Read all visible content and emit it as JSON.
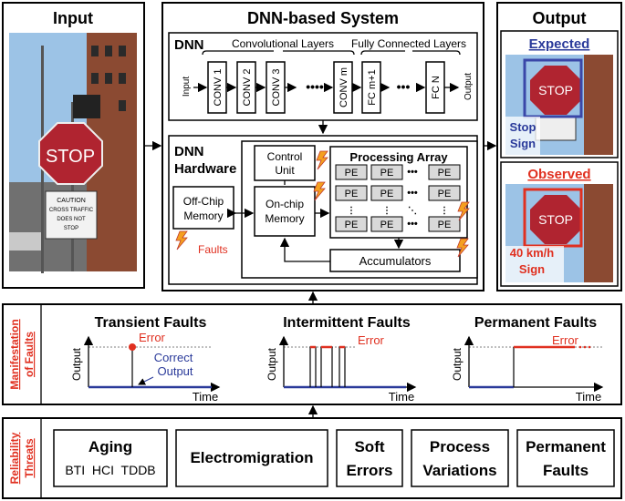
{
  "input": {
    "title": "Input",
    "sign_stop": "STOP",
    "sign_caution_l1": "CAUTION",
    "sign_caution_l2": "CROSS TRAFFIC",
    "sign_caution_l3": "DOES NOT",
    "sign_caution_l4": "STOP"
  },
  "system": {
    "title": "DNN-based System",
    "dnn": {
      "label": "DNN",
      "conv_group_label": "Convolutional Layers",
      "fc_group_label": "Fully Connected Layers",
      "input_label": "Input",
      "output_label": "Output",
      "layers": [
        "CONV 1",
        "CONV 2",
        "CONV 3",
        "CONV m",
        "FC m+1",
        "FC N"
      ]
    },
    "hardware": {
      "label_line1": "DNN",
      "label_line2": "Hardware",
      "offchip_line1": "Off-Chip",
      "offchip_line2": "Memory",
      "faults_label": "Faults",
      "control_line1": "Control",
      "control_line2": "Unit",
      "onchip_line1": "On-chip",
      "onchip_line2": "Memory",
      "processing_array_title": "Processing Array",
      "pe_label": "PE",
      "accumulators_label": "Accumulators"
    }
  },
  "output": {
    "title": "Output",
    "expected_label": "Expected",
    "expected_result_line1": "Stop",
    "expected_result_line2": "Sign",
    "observed_label": "Observed",
    "observed_result_line1": "40 km/h",
    "observed_result_line2": "Sign"
  },
  "manifestation": {
    "side_label_line1": "Manifestation",
    "side_label_line2": "of Faults",
    "transient": {
      "title": "Transient Faults",
      "error_label": "Error",
      "correct_line1": "Correct",
      "correct_line2": "Output",
      "y_axis": "Output",
      "x_axis": "Time"
    },
    "intermittent": {
      "title": "Intermittent Faults",
      "error_label": "Error",
      "y_axis": "Output",
      "x_axis": "Time"
    },
    "permanent": {
      "title": "Permanent Faults",
      "error_label": "Error",
      "y_axis": "Output",
      "x_axis": "Time"
    }
  },
  "threats": {
    "side_label_line1": "Reliability",
    "side_label_line2": "Threats",
    "aging_title": "Aging",
    "aging_sub": "BTI  HCI  TDDB",
    "electromigration": "Electromigration",
    "soft_line1": "Soft",
    "soft_line2": "Errors",
    "process_line1": "Process",
    "process_line2": "Variations",
    "permanent_line1": "Permanent",
    "permanent_line2": "Faults"
  },
  "colors": {
    "error_red": "#e03020",
    "correct_blue": "#2a3a9a",
    "lightning_orange": "#f4a020",
    "pe_gray": "#d9d9d9"
  }
}
